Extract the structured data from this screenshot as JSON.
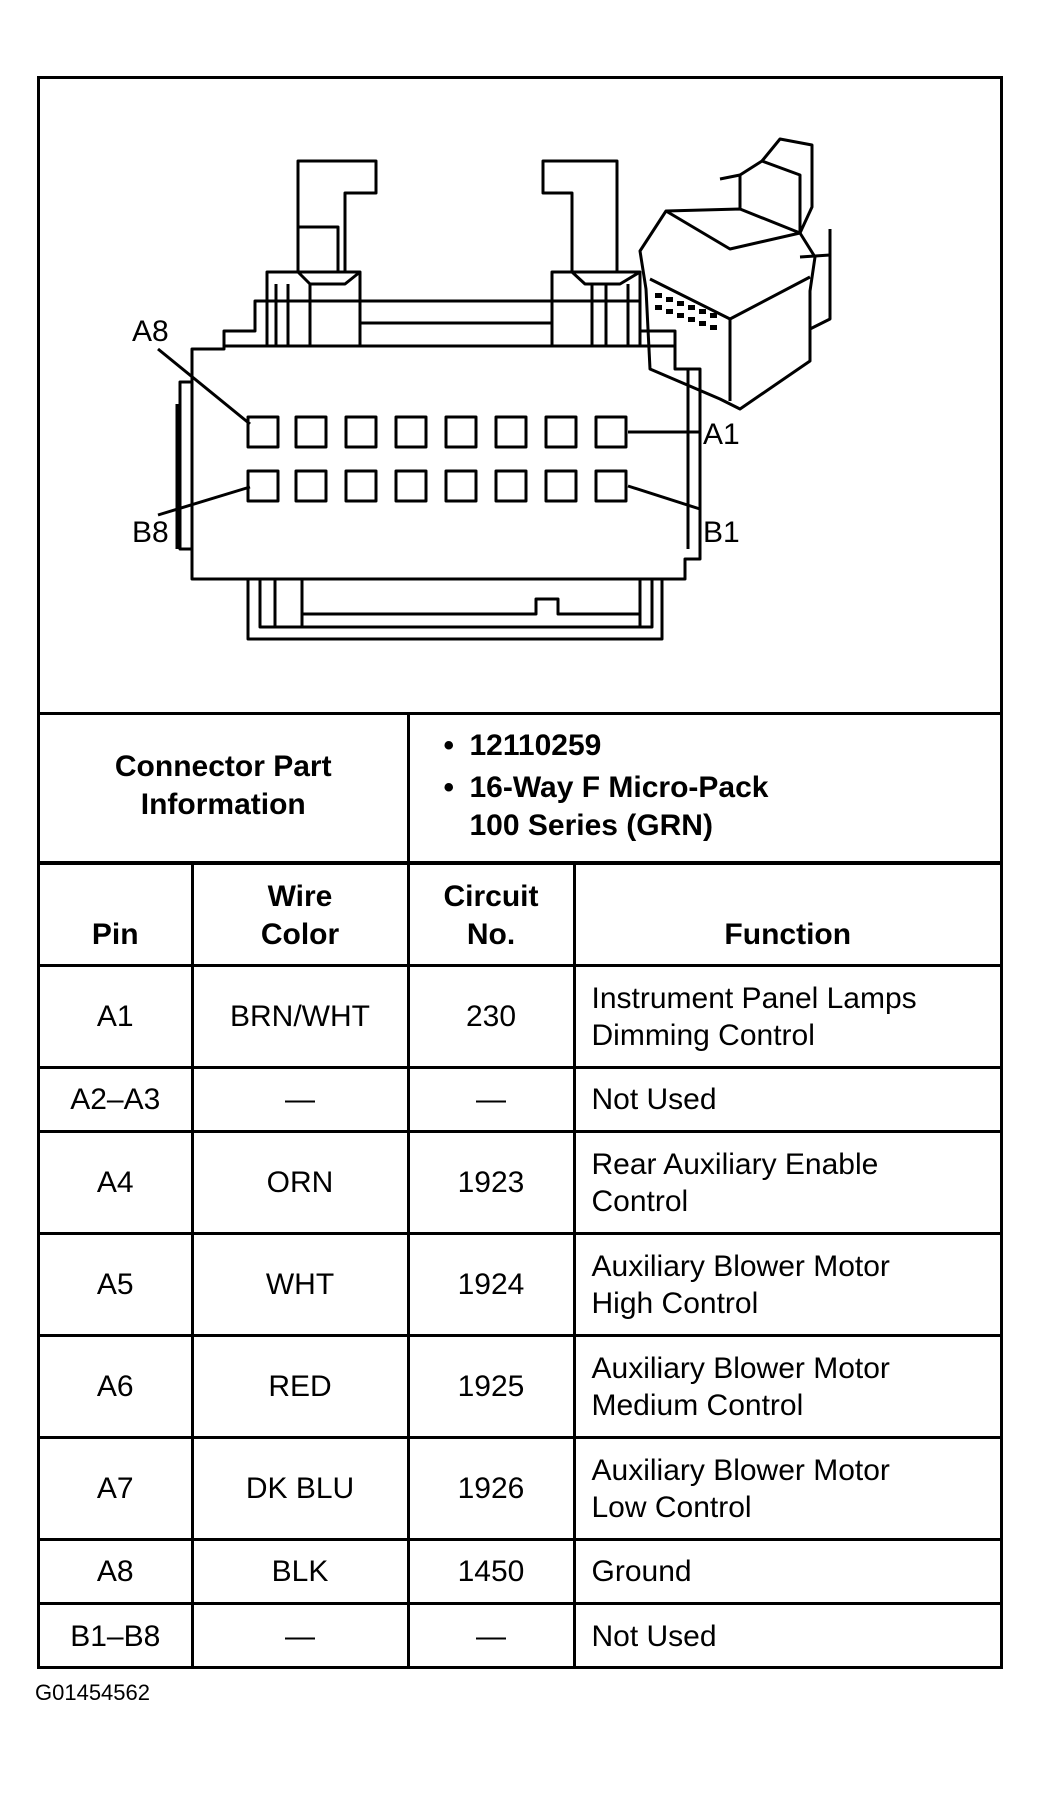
{
  "diagram": {
    "labels": {
      "a8": "A8",
      "b8": "B8",
      "a1": "A1",
      "b1": "B1"
    }
  },
  "info": {
    "heading_line1": "Connector Part",
    "heading_line2": "Information",
    "items": [
      {
        "lines": [
          "12110259"
        ]
      },
      {
        "lines": [
          "16-Way F Micro-Pack",
          "100 Series (GRN)"
        ]
      }
    ]
  },
  "pin_table": {
    "headers": {
      "pin": "Pin",
      "wire_line1": "Wire",
      "wire_line2": "Color",
      "circuit_line1": "Circuit",
      "circuit_line2": "No.",
      "function": "Function"
    },
    "rows": [
      {
        "pin": "A1",
        "wire": "BRN/WHT",
        "circuit": "230",
        "function": [
          "Instrument Panel Lamps",
          "Dimming Control"
        ]
      },
      {
        "pin": "A2–A3",
        "wire": "—",
        "circuit": "—",
        "function": [
          "Not Used"
        ]
      },
      {
        "pin": "A4",
        "wire": "ORN",
        "circuit": "1923",
        "function": [
          "Rear Auxiliary Enable",
          "Control"
        ]
      },
      {
        "pin": "A5",
        "wire": "WHT",
        "circuit": "1924",
        "function": [
          "Auxiliary Blower Motor",
          "High Control"
        ]
      },
      {
        "pin": "A6",
        "wire": "RED",
        "circuit": "1925",
        "function": [
          "Auxiliary Blower Motor",
          "Medium Control"
        ]
      },
      {
        "pin": "A7",
        "wire": "DK BLU",
        "circuit": "1926",
        "function": [
          "Auxiliary Blower Motor",
          "Low Control"
        ]
      },
      {
        "pin": "A8",
        "wire": "BLK",
        "circuit": "1450",
        "function": [
          "Ground"
        ]
      },
      {
        "pin": "B1–B8",
        "wire": "—",
        "circuit": "—",
        "function": [
          "Not Used"
        ]
      }
    ]
  },
  "footer": {
    "code": "G01454562"
  }
}
